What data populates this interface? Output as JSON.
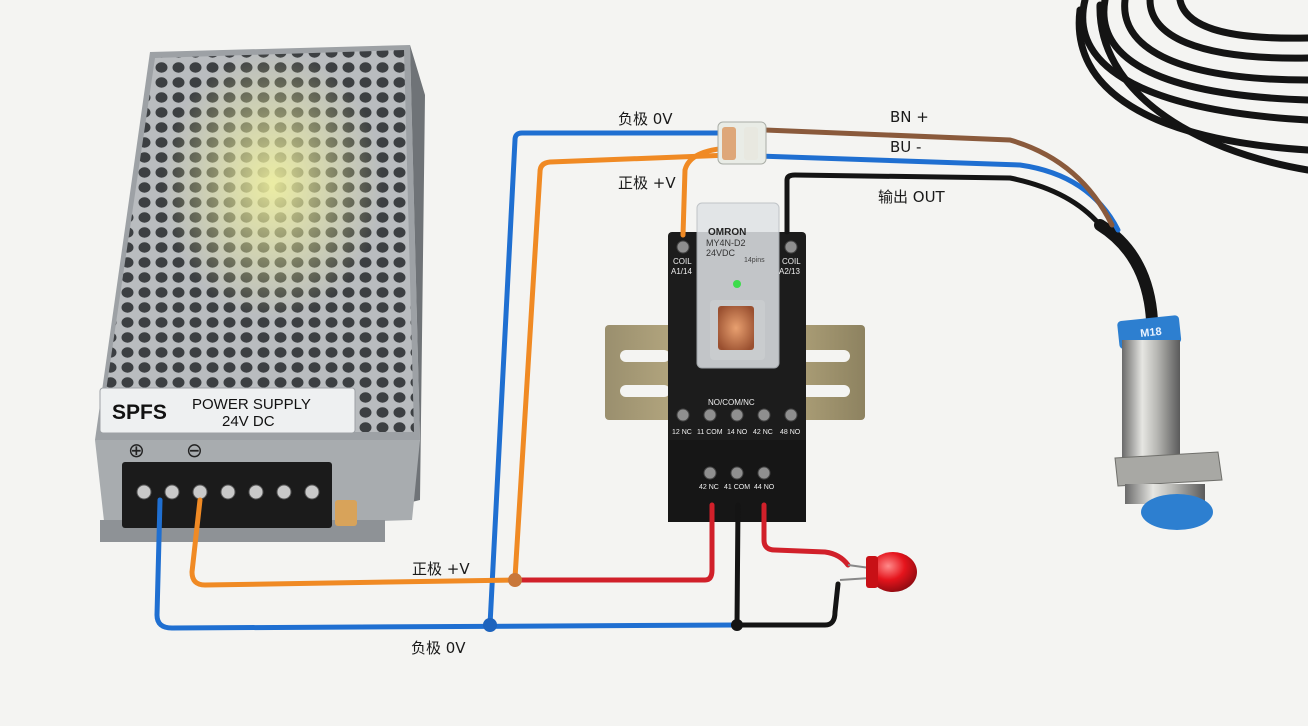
{
  "wire_labels": {
    "top_negative": "负极 0V",
    "top_positive": "正极 +V",
    "sensor_brown": "BN +",
    "sensor_blue": "BU -",
    "sensor_black": "输出 OUT",
    "bottom_positive": "正极 +V",
    "bottom_negative": "负极 0V"
  },
  "power_supply": {
    "brand": "SPFS",
    "line1": "POWER SUPPLY",
    "line2": "24V DC",
    "plus_symbol": "⊕",
    "minus_symbol": "⊖"
  },
  "relay": {
    "maker": "OMRON",
    "model": "MY4N-D2",
    "voltage": "24VDC",
    "pins": "14pins",
    "coil_left_1": "COIL",
    "coil_left_2": "A1/14",
    "coil_right_1": "COIL",
    "coil_right_2": "A2/13",
    "mode_label": "NO/COM/NC",
    "terminals_upper": [
      "12 NC",
      "11 COM",
      "14 NO",
      "42 NC",
      "48 NO"
    ],
    "terminals_lower": [
      "42 NC",
      "41 COM",
      "44 NO"
    ]
  },
  "sensor": {
    "band_text": "M18"
  },
  "colors": {
    "blue_wire": "#1f6fd1",
    "orange_wire": "#f08a24",
    "red_wire": "#d1202a",
    "black_wire": "#141414",
    "brown_wire": "#8a5a3c",
    "led_red": "#e5141c",
    "led_green": "#3ddc4b",
    "sensor_cap": "#2d7fd0"
  }
}
